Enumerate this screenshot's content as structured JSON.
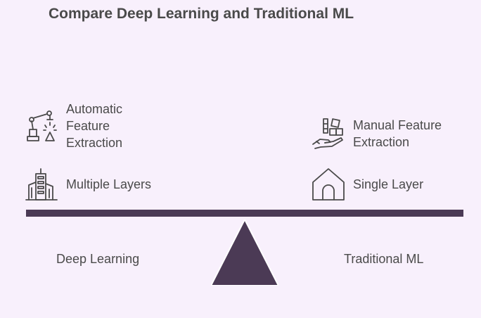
{
  "title": "Compare Deep Learning and Traditional ML",
  "left": {
    "label": "Deep Learning",
    "items": [
      {
        "icon": "robot-arm-icon",
        "text": "Automatic Feature Extraction"
      },
      {
        "icon": "skyscraper-buildings-icon",
        "text": "Multiple Layers"
      }
    ]
  },
  "right": {
    "label": "Traditional ML",
    "items": [
      {
        "icon": "hand-building-blocks-icon",
        "text": "Manual Feature Extraction"
      },
      {
        "icon": "house-icon",
        "text": "Single Layer"
      }
    ]
  },
  "colors": {
    "background": "#f8f0fc",
    "accent": "#4b3a55",
    "text": "#4a4a4a"
  }
}
